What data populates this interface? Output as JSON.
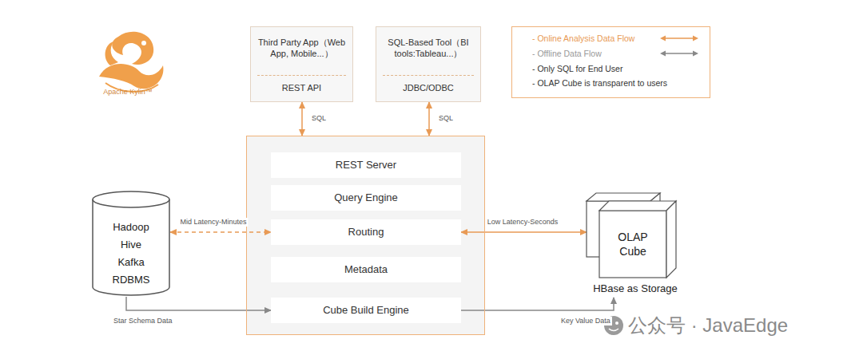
{
  "diagram": {
    "nodes": [
      {
        "text": [
          "Third Party App（Web App, Mobile...）",
          "REST API"
        ]
      },
      {
        "text": [
          "SQL-Based Tool（BI tools:Tableau...）",
          "JDBC/ODBC"
        ]
      },
      {
        "text": []
      },
      {
        "text": [
          "REST Server"
        ],
        "in": 2
      },
      {
        "text": [
          "Query Engine"
        ],
        "in": 2
      },
      {
        "text": [
          "Routing"
        ],
        "in": 2
      },
      {
        "text": [
          "Metadata"
        ],
        "in": 2
      },
      {
        "text": [
          "Cube Build Engine"
        ],
        "in": 2
      },
      {
        "text": [
          "Hadoop",
          "Hive",
          "Kafka",
          "RDBMS"
        ]
      },
      {
        "text": [
          "OLAP Cube",
          "HBase as Storage"
        ]
      }
    ],
    "edges": [
      {
        "from": 0,
        "to": 2,
        "label": "SQL",
        "arrow": "both"
      },
      {
        "from": 1,
        "to": 2,
        "label": "SQL",
        "arrow": "both"
      },
      {
        "from": 8,
        "to": 5,
        "label": "Mid Latency-Minutes",
        "arrow": "both"
      },
      {
        "from": 5,
        "to": 9,
        "label": "Low Latency-Seconds",
        "arrow": "both"
      },
      {
        "from": 8,
        "to": 7,
        "label": "Star Schema Data",
        "arrow": "to"
      },
      {
        "from": 7,
        "to": 9,
        "label": "Key Value Data",
        "arrow": "to"
      }
    ],
    "labels": [
      "Apache Kylin™",
      "公众号 · JavaEdge"
    ],
    "legend": [
      {
        "text": "- Online Analysis Data Flow"
      },
      {
        "text": "- Offline Data Flow"
      },
      {
        "text": "- Only SQL for End User"
      },
      {
        "text": "- OLAP Cube is transparent to users"
      }
    ]
  }
}
